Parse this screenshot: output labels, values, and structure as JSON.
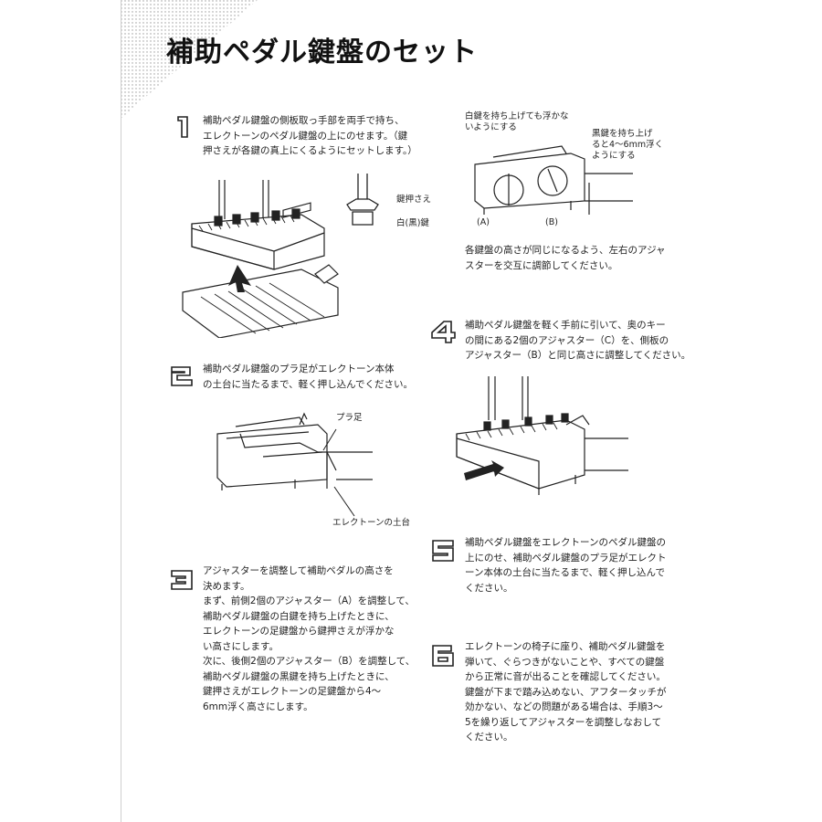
{
  "title": "補助ペダル鍵盤のセット",
  "steps": [
    {
      "num": "1",
      "text": "補助ペダル鍵盤の側板取っ手部を両手で持ち、\nエレクトーンのペダル鍵盤の上にのせます。（鍵\n押さえが各鍵の真上にくるようにセットします。）"
    },
    {
      "num": "2",
      "text": "補助ペダル鍵盤のプラ足がエレクトーン本体\nの土台に当たるまで、軽く押し込んでください。"
    },
    {
      "num": "3",
      "text": "アジャスターを調整して補助ペダルの高さを\n決めます。\nまず、前側2個のアジャスター（A）を調整して、\n補助ペダル鍵盤の白鍵を持ち上げたときに、\nエレクトーンの足鍵盤から鍵押さえが浮かな\nい高さにします。\n次に、後側2個のアジャスター（B）を調整して、\n補助ペダル鍵盤の黒鍵を持ち上げたときに、\n鍵押さえがエレクトーンの足鍵盤から4〜\n6mm浮く高さにします。"
    },
    {
      "num": "4",
      "text": "補助ペダル鍵盤を軽く手前に引いて、奥のキー\nの間にある2個のアジャスター（C）を、側板の\nアジャスター（B）と同じ高さに調整してください。"
    },
    {
      "num": "5",
      "text": "補助ペダル鍵盤をエレクトーンのペダル鍵盤の\n上にのせ、補助ペダル鍵盤のプラ足がエレクト\nーン本体の土台に当たるまで、軽く押し込んで\nください。"
    },
    {
      "num": "6",
      "text": "エレクトーンの椅子に座り、補助ペダル鍵盤を\n弾いて、ぐらつきがないことや、すべての鍵盤\nから正常に音が出ることを確認してください。\n鍵盤が下まで踏み込めない、アフタータッチが\n効かない、などの問題がある場合は、手順3〜\n5を繰り返してアジャスターを調整しなおして\nください。"
    }
  ],
  "labels": {
    "key_press": "鍵押さえ",
    "white_black_key": "白(黒)鍵",
    "plastic_foot": "プラ足",
    "electone_base": "エレクトーンの土台",
    "white_key_note": "白鍵を持ち上げても浮かな\nいようにする",
    "black_key_note": "黒鍵を持ち上げ\nると4〜6mm浮く\nようにする",
    "adjuster_a": "(A)",
    "adjuster_b": "(B)",
    "adjust_note": "各鍵盤の高さが同じになるよう、左右のアジャ\nスターを交互に調節してください。"
  }
}
